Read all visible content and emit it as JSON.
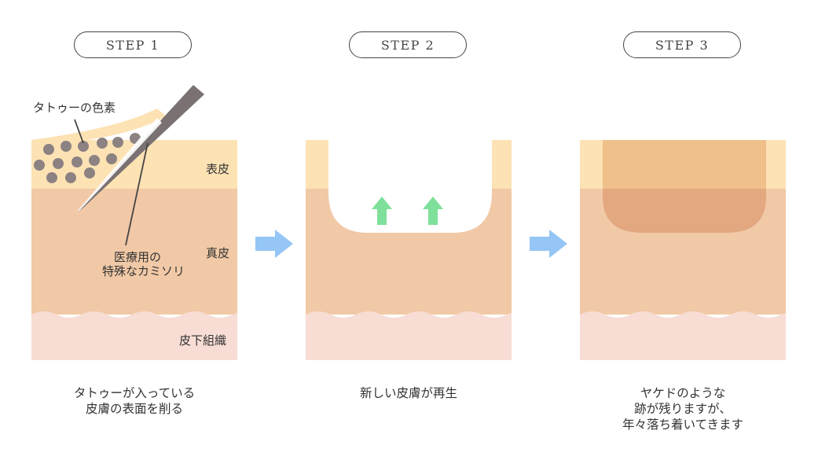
{
  "colors": {
    "epidermis": "#fde2b4",
    "dermis": "#f1c9a6",
    "subcutis": "#f7ddd4",
    "pigment": "#8c8282",
    "blade": "#7a7272",
    "arrow": "#95c6f5",
    "green_arrow": "#7ee09a",
    "scar_upper": "#f0c08a",
    "scar_lower": "#e3a880"
  },
  "steps": [
    {
      "label": "STEP 1",
      "caption": [
        "タトゥーが入っている",
        "皮膚の表面を削る"
      ]
    },
    {
      "label": "STEP 2",
      "caption": [
        "新しい皮膚が再生"
      ]
    },
    {
      "label": "STEP 3",
      "caption": [
        "ヤケドのような",
        "跡が残りますが、",
        "年々落ち着いてきます"
      ]
    }
  ],
  "layers": {
    "epidermis": "表皮",
    "dermis": "真皮",
    "subcutis": "皮下組織"
  },
  "annotations": {
    "pigment": "タトゥーの色素",
    "razor_line1": "医療用の",
    "razor_line2": "特殊なカミソリ"
  },
  "icons": [
    "right-arrow-icon",
    "up-arrow-icon",
    "razor-blade-icon"
  ]
}
